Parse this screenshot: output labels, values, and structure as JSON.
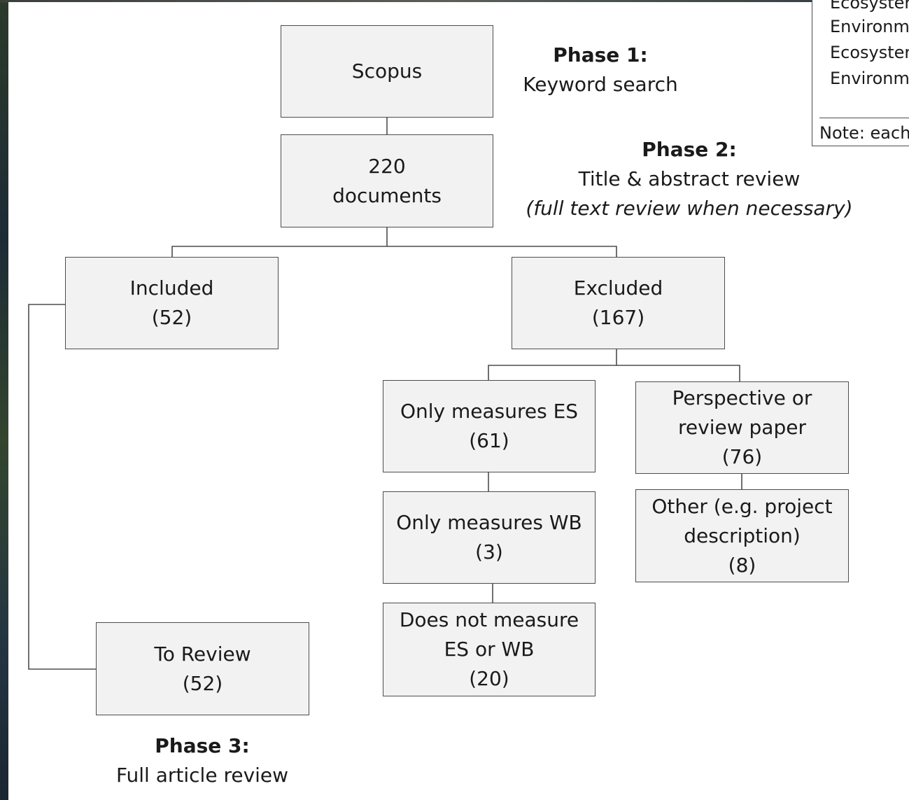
{
  "phases": {
    "phase1": {
      "title": "Phase 1:",
      "line1": "Keyword search"
    },
    "phase2": {
      "title": "Phase 2:",
      "line1": "Title & abstract review",
      "line2": "(full text review when necessary)"
    },
    "phase3": {
      "title": "Phase 3:",
      "line1": "Full article review"
    }
  },
  "boxes": {
    "scopus": {
      "line1": "Scopus"
    },
    "documents": {
      "line1": "220",
      "line2": "documents"
    },
    "included": {
      "line1": "Included",
      "line2": "(52)"
    },
    "excluded": {
      "line1": "Excluded",
      "line2": "(167)"
    },
    "only_es": {
      "line1": "Only measures ES",
      "line2": "(61)"
    },
    "perspective": {
      "line1": "Perspective or",
      "line2": "review paper",
      "line3": "(76)"
    },
    "only_wb": {
      "line1": "Only measures WB",
      "line2": "(3)"
    },
    "other": {
      "line1": "Other (e.g. project",
      "line2": "description)",
      "line3": "(8)"
    },
    "not_es_wb": {
      "line1": "Does not measure",
      "line2": "ES or WB",
      "line3": "(20)"
    },
    "to_review": {
      "line1": "To Review",
      "line2": "(52)"
    }
  },
  "keyword_panel": {
    "lines": [
      "Ecosyster",
      "Environm",
      "Ecosyster",
      "Environm"
    ],
    "note": "Note: each"
  },
  "colors": {
    "box_fill": "#f2f2f2",
    "box_border": "#4d4d4d",
    "connector": "#4d4d4d",
    "text": "#1a1a1a"
  }
}
